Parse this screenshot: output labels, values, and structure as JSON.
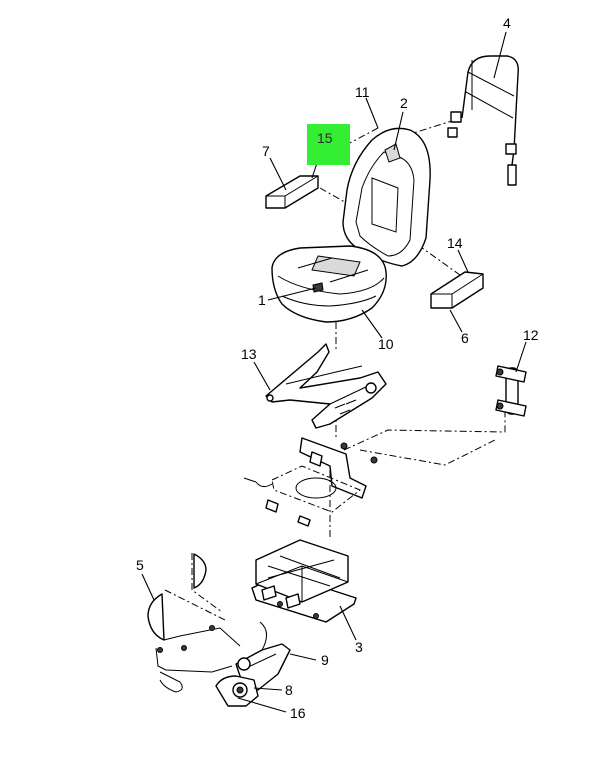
{
  "highlight_color": "#33ee33",
  "callouts": {
    "c1": "1",
    "c2": "2",
    "c3": "3",
    "c4": "4",
    "c5": "5",
    "c6": "6",
    "c7": "7",
    "c8": "8",
    "c9": "9",
    "c10": "10",
    "c11": "11",
    "c12": "12",
    "c13": "13",
    "c14": "14",
    "c15": "15",
    "c16": "16"
  }
}
